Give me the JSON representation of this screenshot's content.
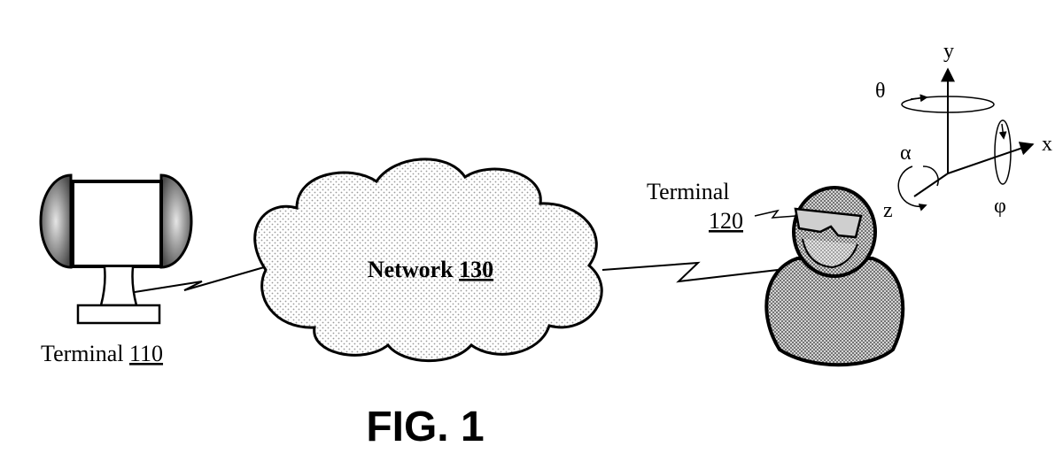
{
  "terminal_110": {
    "label": "Terminal",
    "number": "110"
  },
  "terminal_120": {
    "label": "Terminal",
    "number": "120"
  },
  "network": {
    "label": "Network",
    "number": "130"
  },
  "axes": {
    "x": "x",
    "y": "y",
    "z": "z",
    "theta": "θ",
    "alpha": "α",
    "phi": "φ"
  },
  "figure_label": "FIG. 1"
}
